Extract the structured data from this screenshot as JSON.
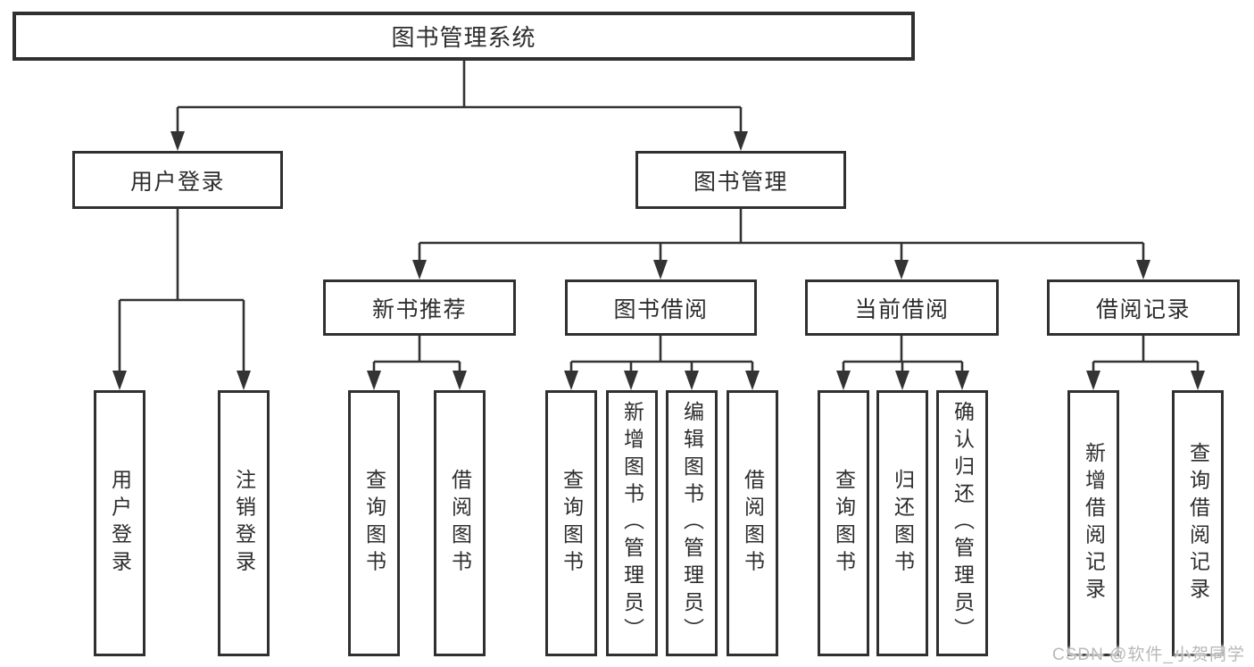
{
  "diagram_title": "图书管理系统",
  "tree": {
    "label": "图书管理系统",
    "children": [
      {
        "label": "用户登录",
        "children": [
          {
            "label": "用户登录"
          },
          {
            "label": "注销登录"
          }
        ]
      },
      {
        "label": "图书管理",
        "children": [
          {
            "label": "新书推荐",
            "children": [
              {
                "label": "查询图书"
              },
              {
                "label": "借阅图书"
              }
            ]
          },
          {
            "label": "图书借阅",
            "children": [
              {
                "label": "查询图书"
              },
              {
                "label": "新增图书（管理员）"
              },
              {
                "label": "编辑图书（管理员）"
              },
              {
                "label": "借阅图书"
              }
            ]
          },
          {
            "label": "当前借阅",
            "children": [
              {
                "label": "查询图书"
              },
              {
                "label": "归还图书"
              },
              {
                "label": "确认归还（管理员）"
              }
            ]
          },
          {
            "label": "借阅记录",
            "children": [
              {
                "label": "新增借阅记录"
              },
              {
                "label": "查询借阅记录"
              }
            ]
          }
        ]
      }
    ]
  },
  "watermark": {
    "text": "CSDN @软件_小贺同学"
  },
  "colors": {
    "line": "#333333",
    "border": "#303030",
    "text": "#2d2d2d",
    "watermark": "#b9b9b9",
    "background": "#ffffff"
  }
}
